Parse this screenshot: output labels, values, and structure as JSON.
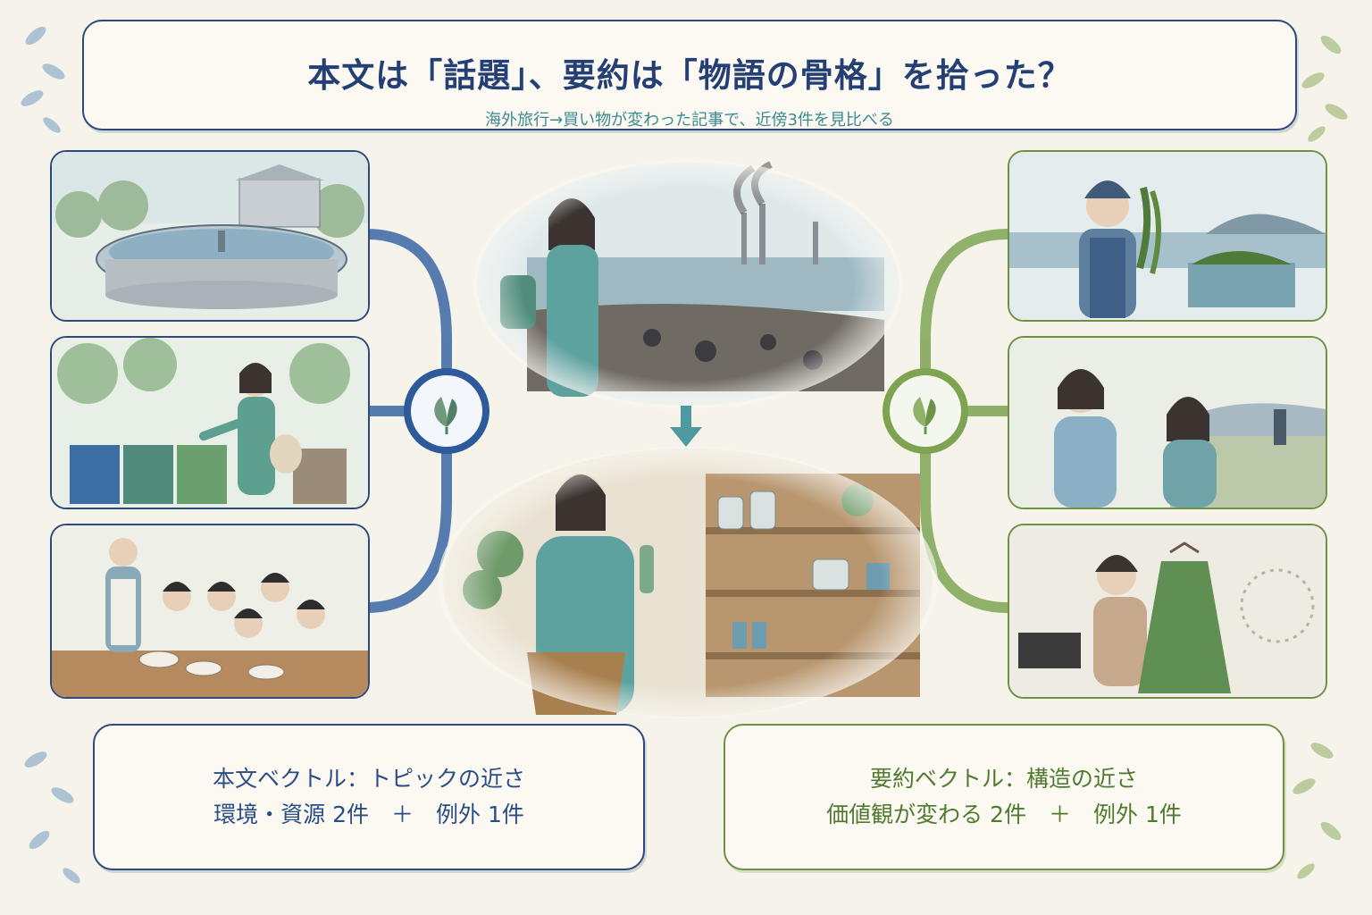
{
  "header": {
    "title": "本文は「話題」、要約は「物語の骨格」を拾った？",
    "subtitle": "海外旅行→買い物が変わった記事で、近傍3件を見比べる"
  },
  "left_caption": {
    "line1": "本文ベクトル：トピックの近さ",
    "line2": "環境・資源 2件　＋　例外 1件"
  },
  "right_caption": {
    "line1": "要約ベクトル：構造の近さ",
    "line2": "価値観が変わる 2件　＋　例外 1件"
  },
  "colors": {
    "blue_accent": "#2e5a99",
    "green_accent": "#7ea452",
    "title_color": "#243f73",
    "subtitle_color": "#3c8a92"
  },
  "icons": {
    "hub_left": "leaf-icon",
    "hub_right": "leaf-icon",
    "center_arrow": "arrow-down-icon"
  }
}
